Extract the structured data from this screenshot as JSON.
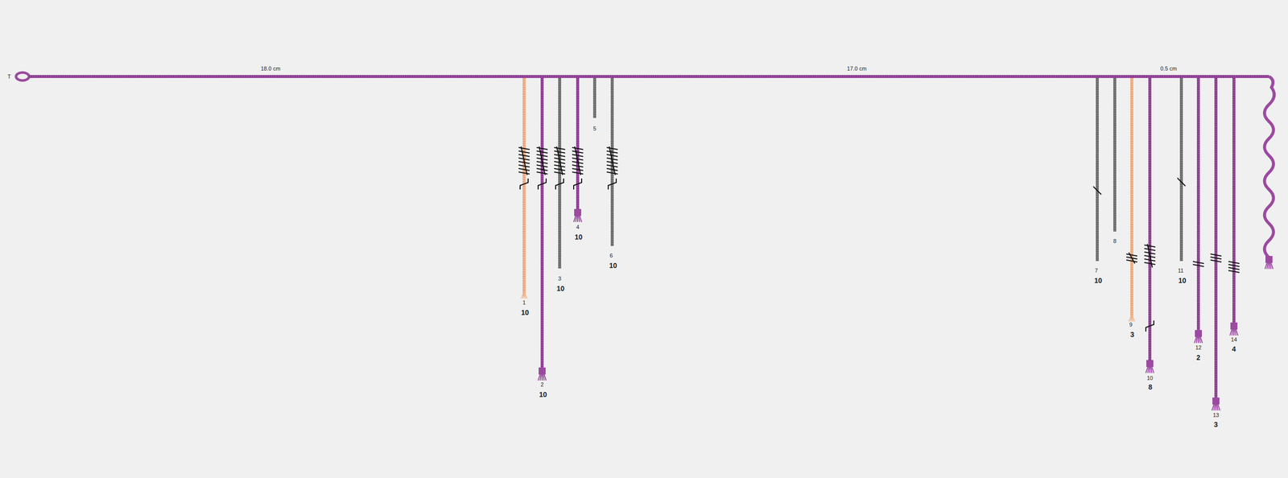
{
  "diagram": {
    "labels": [
      "T",
      "18.0 cm",
      "17.0 cm",
      "0.5 cm",
      "1",
      "10",
      "2",
      "10",
      "3",
      "10",
      "4",
      "10",
      "5",
      "6",
      "10",
      "7",
      "10",
      "8",
      "9",
      "3",
      "10",
      "8",
      "11",
      "10",
      "12",
      "2",
      "13",
      "3",
      "14",
      "4"
    ]
  }
}
